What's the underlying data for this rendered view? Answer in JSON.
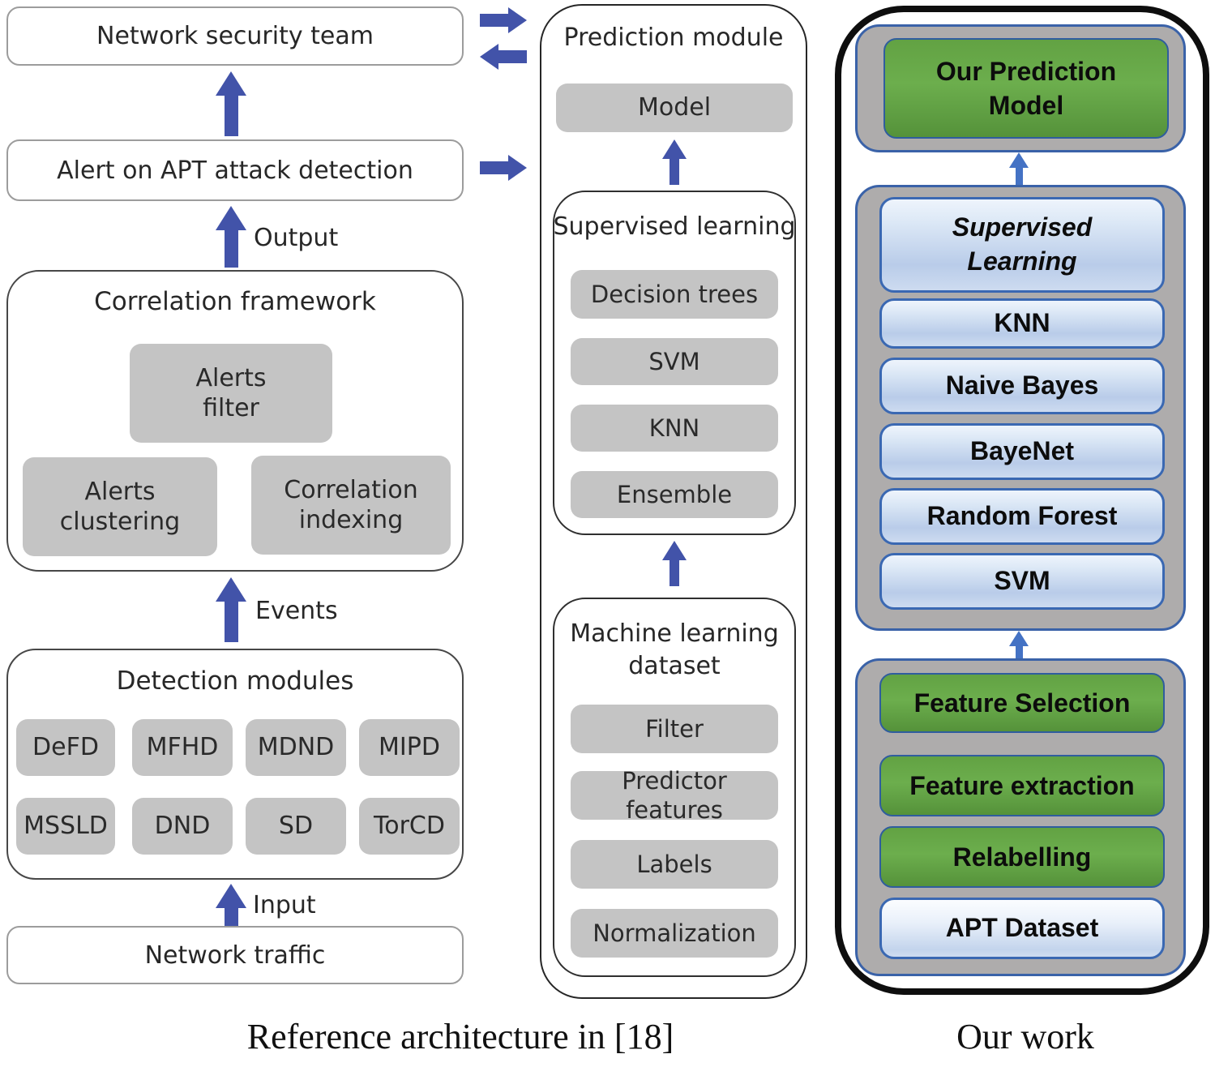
{
  "figure": {
    "kind": "architecture-comparison-diagram"
  },
  "captions": {
    "reference": "Reference architecture in [18]",
    "our_work": "Our work"
  },
  "left": {
    "network_security_team": "Network security team",
    "alert_detection": "Alert on APT attack detection",
    "output_label": "Output",
    "events_label": "Events",
    "input_label": "Input",
    "network_traffic": "Network traffic",
    "correlation": {
      "title": "Correlation framework",
      "alerts_filter": "Alerts\nfilter",
      "alerts_clustering": "Alerts\nclustering",
      "correlation_indexing": "Correlation\nindexing"
    },
    "detection": {
      "title": "Detection modules",
      "row1": [
        "DeFD",
        "MFHD",
        "MDND",
        "MIPD"
      ],
      "row2": [
        "MSSLD",
        "DND",
        "SD",
        "TorCD"
      ]
    }
  },
  "middle": {
    "title": "Prediction module",
    "model": "Model",
    "supervised": {
      "title": "Supervised learning",
      "items": [
        "Decision trees",
        "SVM",
        "KNN",
        "Ensemble"
      ]
    },
    "dataset": {
      "title": "Machine learning\ndataset",
      "items": [
        "Filter",
        "Predictor features",
        "Labels",
        "Normalization"
      ]
    }
  },
  "right": {
    "prediction_model": "Our Prediction\nModel",
    "supervised_title": "Supervised\nLearning",
    "algorithms": [
      "KNN",
      "Naive Bayes",
      "BayeNet",
      "Random Forest",
      "SVM"
    ],
    "preprocessing": [
      "Feature Selection",
      "Feature extraction",
      "Relabelling"
    ],
    "apt_dataset": "APT Dataset"
  },
  "colors": {
    "flow_arrow_indigo": "#4253a9",
    "right_arrow_blue": "#4472c4",
    "chip_gray": "#c4c4c4",
    "right_container_gray": "#aeacac",
    "green_box": "#5d9a40",
    "blue_box_border": "#3a68b2",
    "outer_border_black": "#0e0e0e"
  }
}
